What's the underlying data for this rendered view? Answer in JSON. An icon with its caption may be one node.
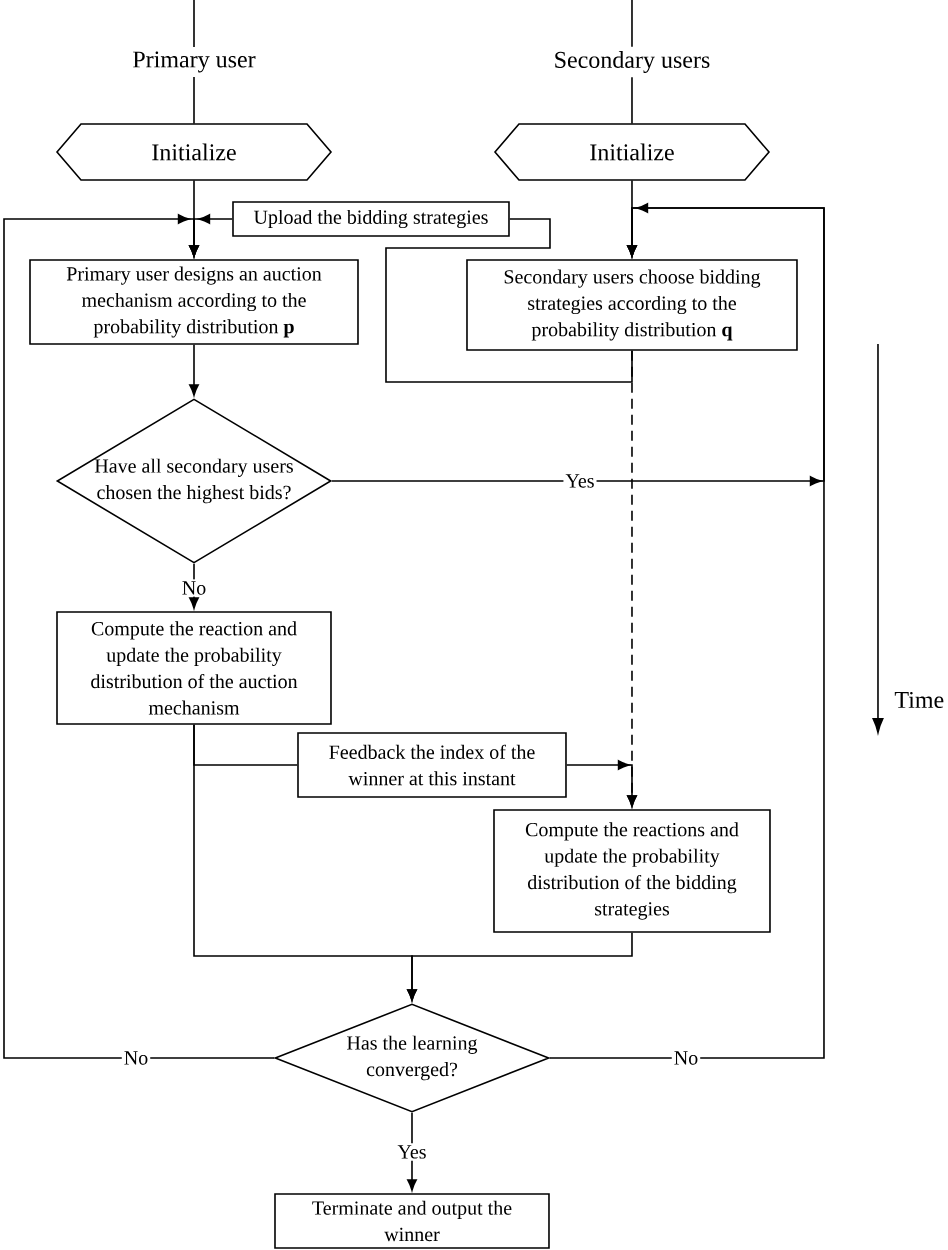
{
  "diagram": {
    "nodes": [
      {
        "text": [
          "Primary user"
        ]
      },
      {
        "text": [
          "Secondary users"
        ]
      },
      {
        "text": [
          "Initialize"
        ]
      },
      {
        "text": [
          "Initialize"
        ]
      },
      {
        "text": [
          "Upload the bidding strategies"
        ]
      },
      {
        "text": [
          "Primary user designs an auction mechanism according to the probability distribution **p**"
        ]
      },
      {
        "text": [
          "Secondary users choose bidding strategies according to the probability distribution **q**"
        ]
      },
      {
        "text": [
          "Have all secondary users chosen the highest bids?"
        ]
      },
      {
        "text": [
          "Compute the reaction and update the probability distribution of the auction mechanism"
        ]
      },
      {
        "text": [
          "Feedback the index of the winner at this instant"
        ]
      },
      {
        "text": [
          "Compute the reactions and update the probability distribution of the bidding strategies"
        ]
      },
      {
        "text": [
          "Has the learning converged?"
        ]
      },
      {
        "text": [
          "Terminate and output the winner"
        ]
      }
    ],
    "edges": [
      {
        "from": 0,
        "to": 2,
        "arrow": "none"
      },
      {
        "from": 1,
        "to": 3,
        "arrow": "none"
      },
      {
        "from": 2,
        "to": 5,
        "arrow": "to"
      },
      {
        "from": 3,
        "to": 6,
        "arrow": "to"
      },
      {
        "from": 6,
        "to": 4,
        "arrow": "none"
      },
      {
        "from": 4,
        "to": 5,
        "arrow": "to"
      },
      {
        "from": 5,
        "to": 7,
        "arrow": "to"
      },
      {
        "from": 7,
        "to": 6,
        "arrow": "to",
        "label": "Yes"
      },
      {
        "from": 7,
        "to": 8,
        "arrow": "to",
        "label": "No"
      },
      {
        "from": 6,
        "to": 10,
        "arrow": "to",
        "style": "dashed"
      },
      {
        "from": 8,
        "to": 9,
        "arrow": "none"
      },
      {
        "from": 9,
        "to": 10,
        "arrow": "to"
      },
      {
        "from": 8,
        "to": 11,
        "arrow": "to"
      },
      {
        "from": 10,
        "to": 11,
        "arrow": "to"
      },
      {
        "from": 11,
        "to": 5,
        "arrow": "to",
        "label": "No"
      },
      {
        "from": 11,
        "to": 6,
        "arrow": "to",
        "label": "No"
      },
      {
        "from": 11,
        "to": 12,
        "arrow": "to",
        "label": "Yes"
      }
    ],
    "labels": [
      "Time"
    ]
  }
}
